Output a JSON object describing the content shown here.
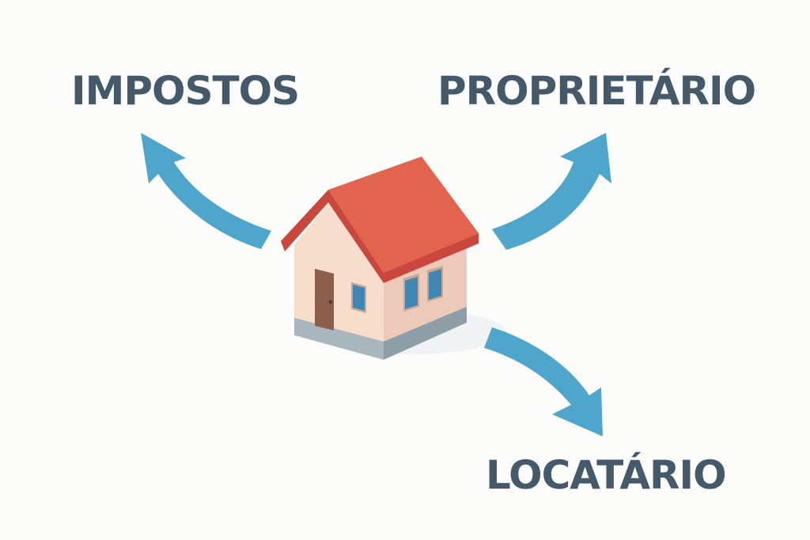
{
  "diagram": {
    "center": {
      "name": "house",
      "icon": "house-icon"
    },
    "labels": {
      "top_left": "IMPOSTOS",
      "top_right": "PROPRIETÁRIO",
      "bottom_right": "LOCATÁRIO"
    },
    "arrows": [
      {
        "from": "house",
        "to": "IMPOSTOS",
        "direction": "up-left"
      },
      {
        "from": "house",
        "to": "PROPRIETÁRIO",
        "direction": "up-right"
      },
      {
        "from": "house",
        "to": "LOCATÁRIO",
        "direction": "down-right"
      }
    ],
    "colors": {
      "background": "#fcfcfa",
      "text": "#44596a",
      "arrow": "#4fa6cc",
      "roof": "#e2634e",
      "roof_edge": "#c9473c",
      "wall_front": "#f6ddcc",
      "wall_side": "#ecc9b8",
      "foundation": "#8e9ea7",
      "door": "#8e5e4d",
      "window": "#3f86b3"
    }
  }
}
